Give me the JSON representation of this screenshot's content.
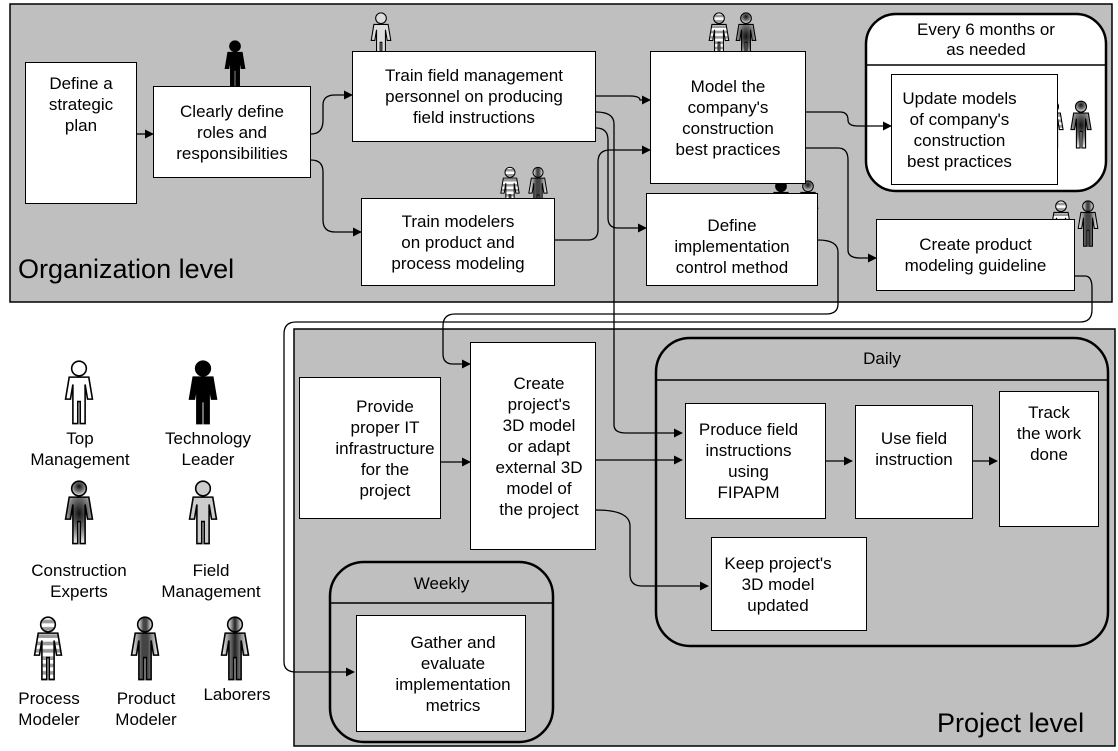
{
  "levels": {
    "organization": "Organization level",
    "project": "Project level"
  },
  "groups": {
    "periodic": "Every 6 months or\nas needed",
    "daily": "Daily",
    "weekly": "Weekly"
  },
  "tasks": {
    "strategic_plan": "Define a\nstrategic\nplan",
    "roles": "Clearly define\nroles and\nresponsibilities",
    "train_field": "Train field management\npersonnel on producing\nfield instructions",
    "train_modelers": "Train modelers\non product and\nprocess modeling",
    "model_practices": "Model the\ncompany's\nconstruction\nbest practices",
    "define_control": "Define\nimplementation\ncontrol method",
    "update_models": "Update models\nof company's\nconstruction\nbest practices",
    "product_guideline": "Create product\nmodeling guideline",
    "it_infrastructure": "Provide\nproper IT\ninfrastructure\nfor the\nproject",
    "create_3d": "Create\nproject's\n3D model\nor adapt\nexternal 3D\nmodel of\nthe project",
    "produce_instructions": "Produce field\ninstructions\nusing\nFIPAPM",
    "use_instruction": "Use field\ninstruction",
    "track_work": "Track\nthe work\ndone",
    "keep_3d": "Keep project's\n3D model\nupdated",
    "gather_metrics": "Gather and\nevaluate\nimplementation\nmetrics"
  },
  "legend": {
    "top_management": "Top\nManagement",
    "technology_leader": "Technology\nLeader",
    "construction_experts": "Construction\nExperts",
    "field_management": "Field\nManagement",
    "process_modeler": "Process\nModeler",
    "product_modeler": "Product\nModeler",
    "laborers": "Laborers"
  },
  "colors": {
    "level_fill": "#bfbfbf",
    "box_fill": "#ffffff",
    "stroke": "#000000"
  },
  "icons": {
    "roles": [
      "top-management",
      "technology-leader",
      "construction-experts",
      "field-management",
      "process-modeler",
      "product-modeler",
      "laborers"
    ]
  }
}
